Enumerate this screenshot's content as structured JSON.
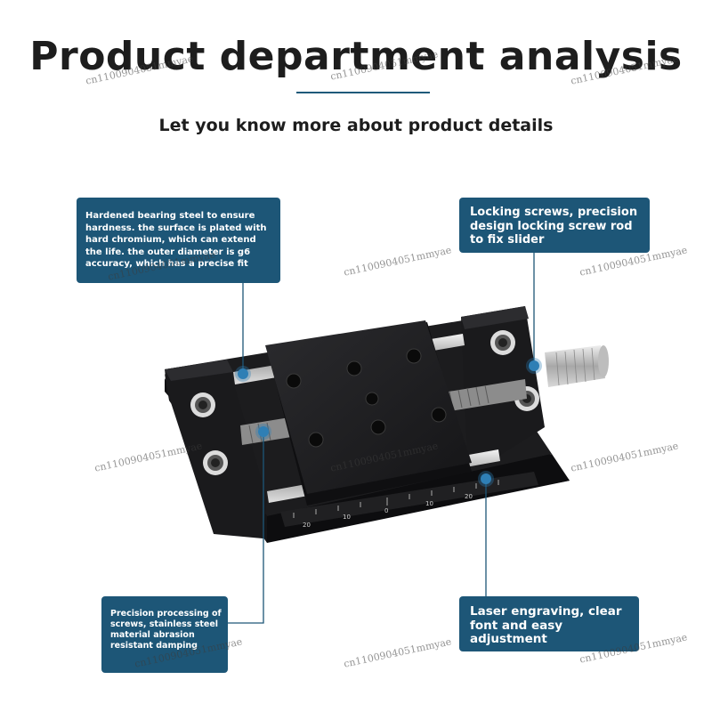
{
  "header": {
    "title": "Product department analysis",
    "subtitle": "Let you know more about product details"
  },
  "callouts": {
    "bearing": "Hardened bearing steel to ensure hardness. the surface is plated with hard chromium, which can extend the life. the outer diameter is g6 accuracy, which has a precise fit",
    "locking": "Locking screws, precision design locking screw rod to fix slider",
    "screws": "Precision processing of screws, stainless steel material abrasion resistant damping",
    "engraving": "Laser engraving, clear font and easy adjustment"
  },
  "scale": {
    "labels": [
      "20",
      "10",
      "0",
      "10",
      "20"
    ]
  },
  "watermark": "cn1100904051mmyae",
  "colors": {
    "callout_bg": "#1d5677",
    "accent_dot": "#2f7fb5",
    "title_text": "#1d1d1d",
    "product_body": "#1c1c1e"
  }
}
